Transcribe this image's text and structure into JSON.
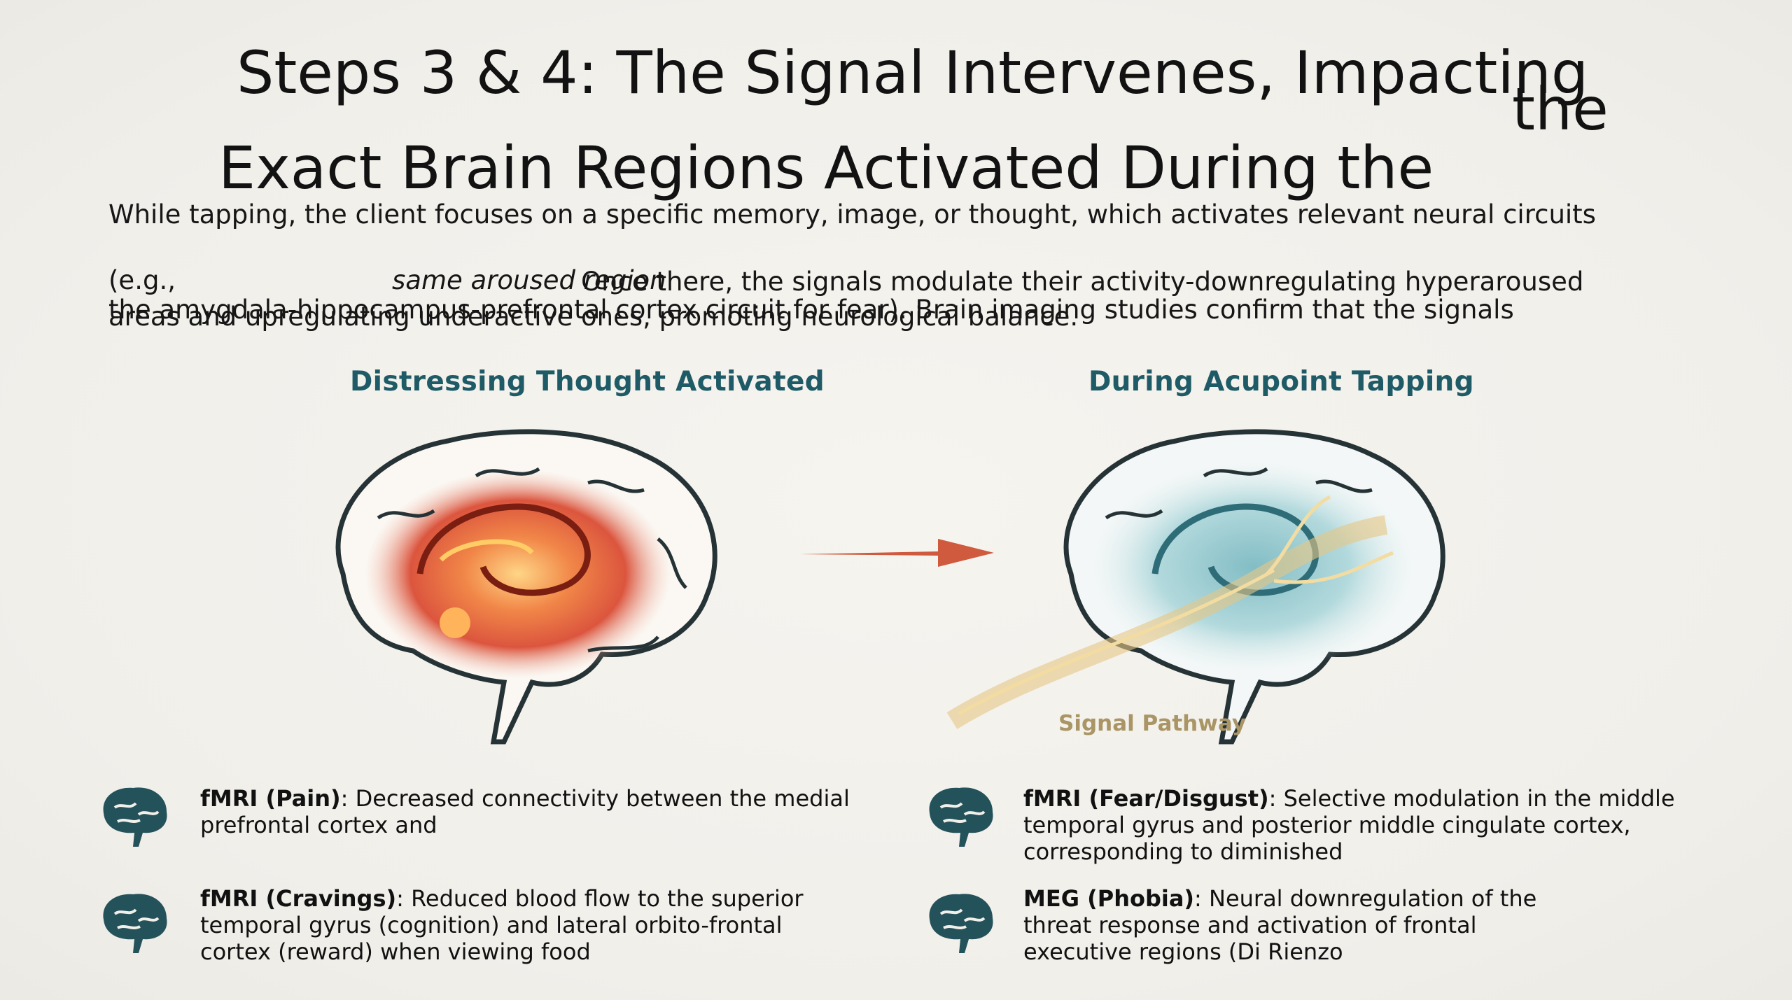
{
  "title": {
    "line1": "Steps 3 & 4: The Signal Intervenes, Impacting",
    "line1_overflow": "the",
    "line2": "Exact Brain Regions Activated During the"
  },
  "intro": {
    "line1": "While tapping, the client focuses on a specific memory, image, or thought, which activates relevant neural circuits",
    "eg": "(e.g.,",
    "italic_fragment": "same aroused region",
    "once_there": "Once there, the signals modulate their activity-downregulating hyperaroused",
    "overlap_a": "the amygdala-hippocampus-prefrontal cortex circuit for fear). Brain imaging studies confirm that the signals",
    "overlap_b": "areas and upregulating underactive ones, promoting neurological balance."
  },
  "panels": {
    "left_heading": "Distressing Thought Activated",
    "right_heading": "During Acupoint Tapping",
    "pathway_label": "Signal Pathway"
  },
  "findings": [
    {
      "icon": "brain-icon",
      "label": "fMRI (Pain)",
      "text": ": Decreased connectivity between the medial prefrontal cortex and"
    },
    {
      "icon": "brain-icon",
      "label": "fMRI (Fear/Disgust)",
      "text": ": Selective modulation in the middle temporal gyrus and posterior middle cingulate cortex, corresponding to diminished"
    },
    {
      "icon": "brain-icon",
      "label": "fMRI (Cravings)",
      "text": ": Reduced blood flow to the superior temporal gyrus (cognition) and lateral orbito-frontal cortex (reward) when viewing food"
    },
    {
      "icon": "brain-icon",
      "label": "MEG (Phobia)",
      "text": ": Neural downregulation of the threat response and activation of frontal executive regions (Di Rienzo"
    }
  ],
  "colors": {
    "heading_teal": "#1f5b66",
    "arrow": "#cf5a3e",
    "pathway_gold": "#a99565",
    "icon_teal": "#24525a"
  }
}
